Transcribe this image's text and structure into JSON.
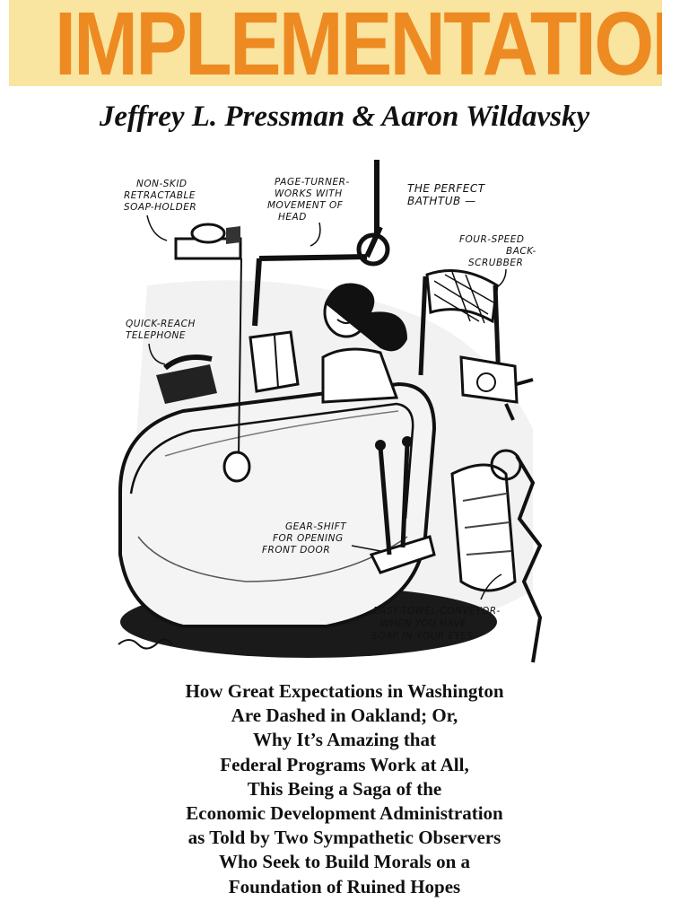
{
  "cover": {
    "title": "IMPLEMENTATION",
    "authors": "Jeffrey L. Pressman & Aaron Wildavsky"
  },
  "illustration": {
    "caption_perfect": [
      "THE PERFECT",
      "BATHTUB —"
    ],
    "caption_soap": [
      "NON-SKID",
      "RETRACTABLE",
      "SOAP-HOLDER"
    ],
    "caption_page": [
      "PAGE-TURNER-",
      "WORKS WITH",
      "MOVEMENT OF",
      "HEAD"
    ],
    "caption_scrubber": [
      "FOUR-SPEED",
      "BACK-",
      "SCRUBBER"
    ],
    "caption_phone": [
      "QUICK-REACH",
      "TELEPHONE"
    ],
    "caption_gear": [
      "GEAR-SHIFT",
      "FOR OPENING",
      "FRONT DOOR"
    ],
    "caption_towel": [
      "EASY-TOWEL-CONVEYOR-",
      "WHEN YOU HAVE",
      "SOAP IN YOUR EYES"
    ]
  },
  "subtitle_lines": [
    "How Great Expectations in Washington",
    "Are Dashed in Oakland; Or,",
    "Why It’s Amazing that",
    "Federal Programs Work at All,",
    "This Being a Saga of the",
    "Economic Development Administration",
    "as Told by Two Sympathetic Observers",
    "Who Seek to Build Morals on a",
    "Foundation of Ruined Hopes"
  ]
}
